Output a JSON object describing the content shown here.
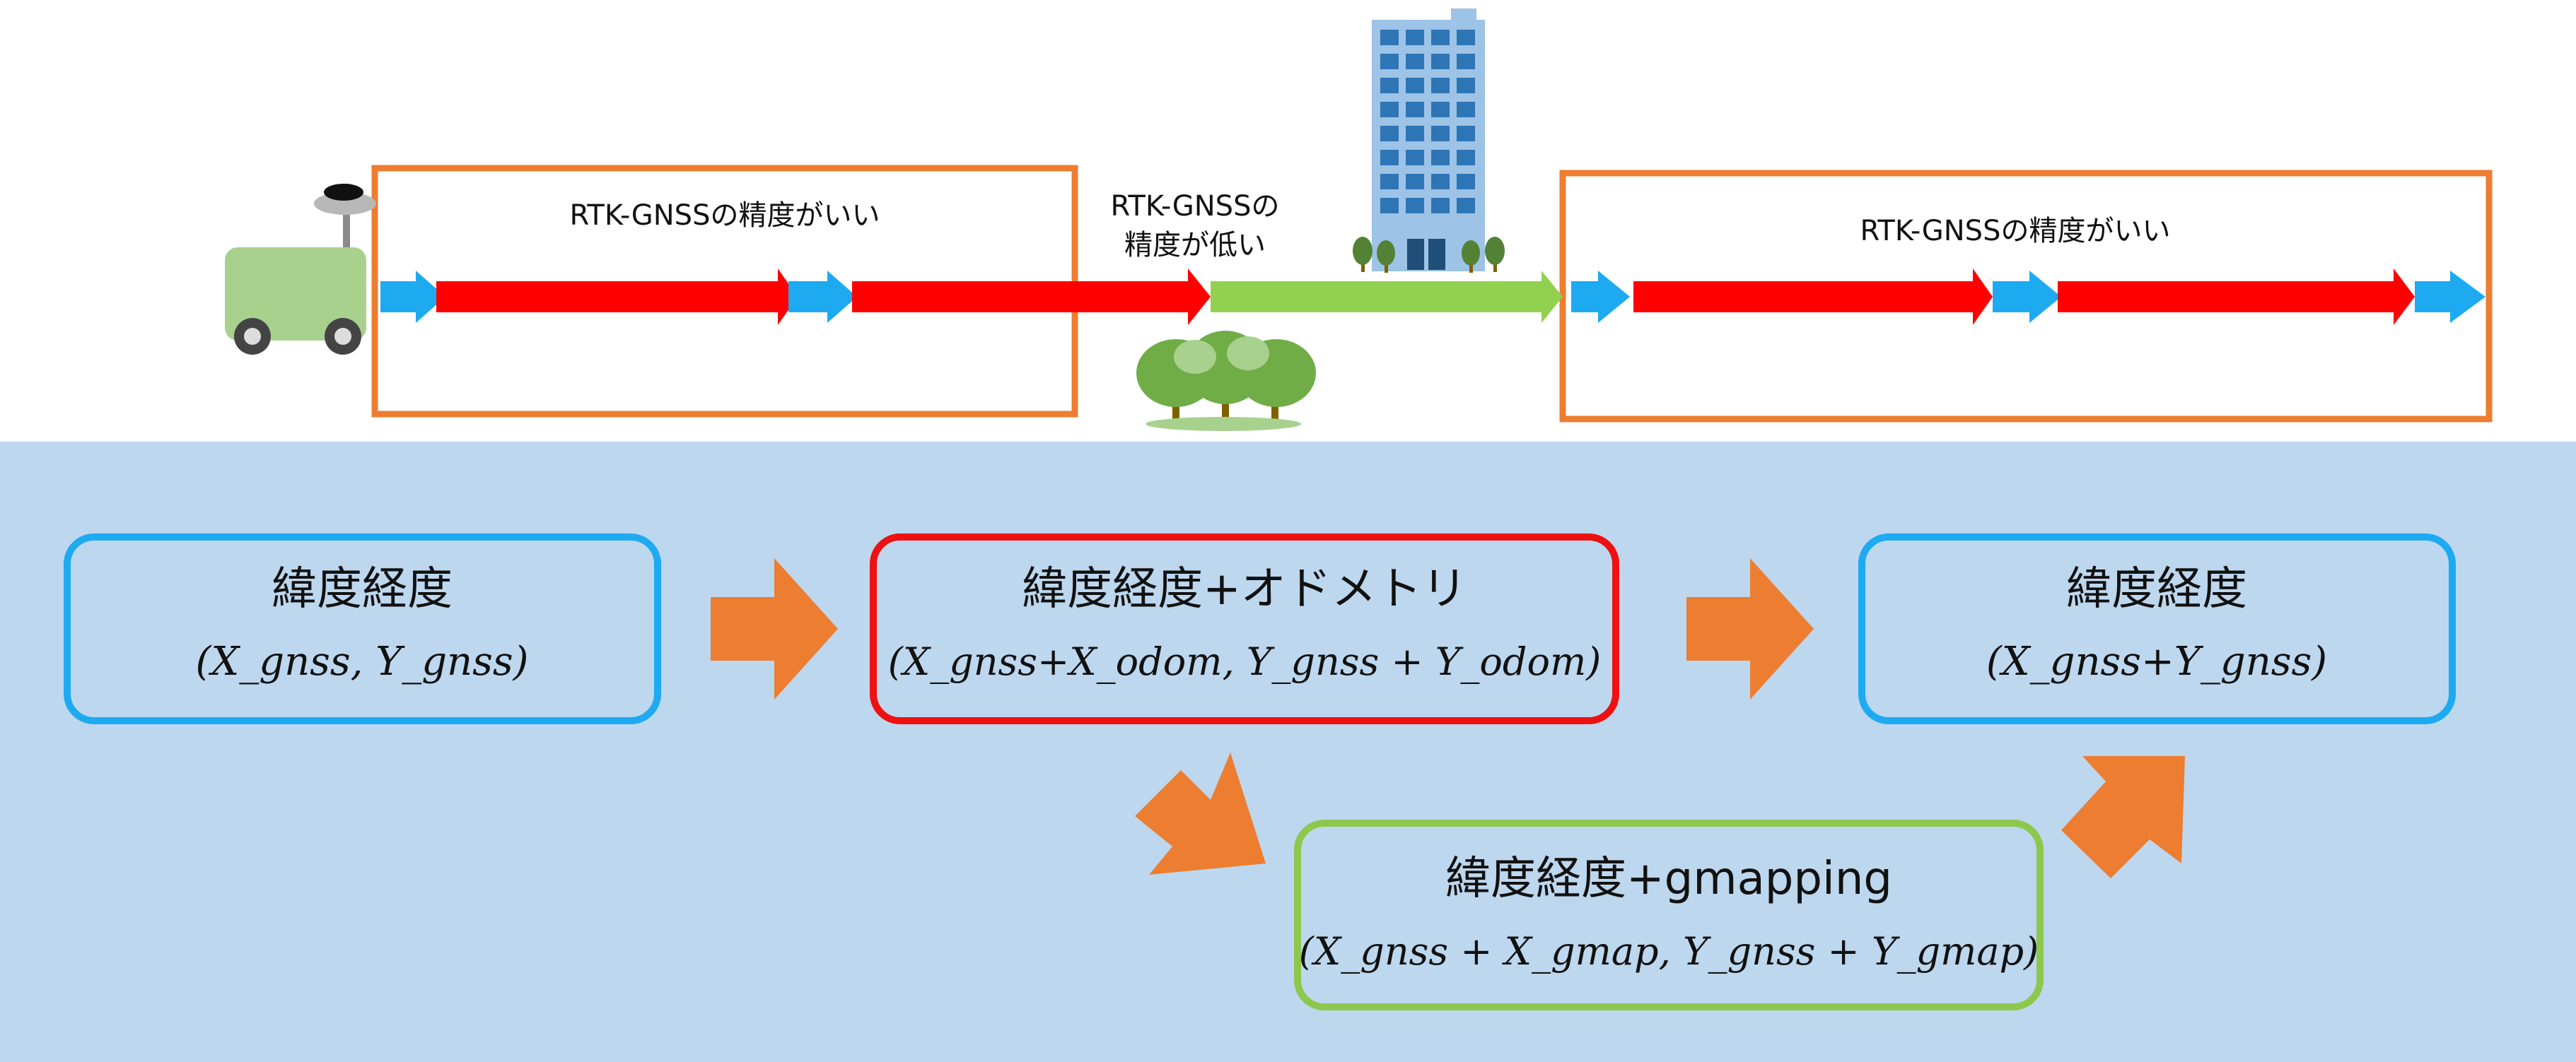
{
  "scene": {
    "top_left_label": "RTK-GNSSの精度がいい",
    "middle_label_line1": "RTK-GNSSの",
    "middle_label_line2": "精度が低い",
    "top_right_label": "RTK-GNSSの精度がいい"
  },
  "boxes": {
    "left": {
      "title": "緯度経度",
      "formula": "(X_gnss, Y_gnss)"
    },
    "middle": {
      "title": "緯度経度+オドメトリ",
      "formula": "(X_gnss+X_odom, Y_gnss + Y_odom)"
    },
    "right": {
      "title": "緯度経度",
      "formula": "(X_gnss+Y_gnss)"
    },
    "bottom": {
      "title": "緯度経度+gmapping",
      "formula": "(X_gnss + X_gmap, Y_gnss + Y_gmap)"
    }
  },
  "colors": {
    "panel_bg": "#bdd7ee",
    "box_blue": "#1eaaf1",
    "box_red": "#ee1111",
    "box_green": "#8cc84b",
    "frame_orange": "#ed7d31",
    "arrow_orange": "#ed7d31",
    "track_red": "#ff0000",
    "track_blue": "#1eaaf1",
    "track_green": "#92d050"
  },
  "icons": [
    "robot-cart-icon",
    "building-icon",
    "tree-icon"
  ]
}
